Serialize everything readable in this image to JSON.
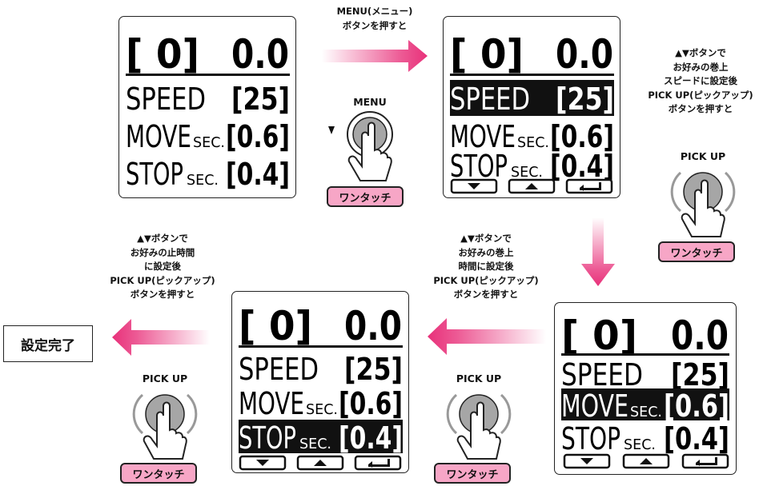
{
  "lcd": {
    "top_left": "[ 0]",
    "top_right": "0.0",
    "speed_label": "SPEED",
    "speed_value": "[25]",
    "move_label": "MOVE",
    "move_value": "[0.6]",
    "stop_label": "STOP",
    "stop_value": "[0.4]",
    "sec_unit": "SEC."
  },
  "notes": {
    "menu": "MENU(メニュー)\nボタンを押すと",
    "step1": "▲▼ボタンで\nお好みの巻上\nスピードに設定後\nPICK UP(ピックアップ)\nボタンを押すと",
    "step2": "▲▼ボタンで\nお好みの巻上\n時間に設定後\nPICK UP(ピックアップ)\nボタンを押すと",
    "step3": "▲▼ボタンで\nお好みの止時間\nに設定後\nPICK UP(ピックアップ)\nボタンを押すと"
  },
  "buttons": {
    "menu": "MENU",
    "pickup": "PICK UP",
    "one_touch": "ワンタッチ"
  },
  "result": "設定完了",
  "colors": {
    "arrow": "#e8317a",
    "badge": "#f7a6c6",
    "button_fill": "#a6a6a6"
  }
}
